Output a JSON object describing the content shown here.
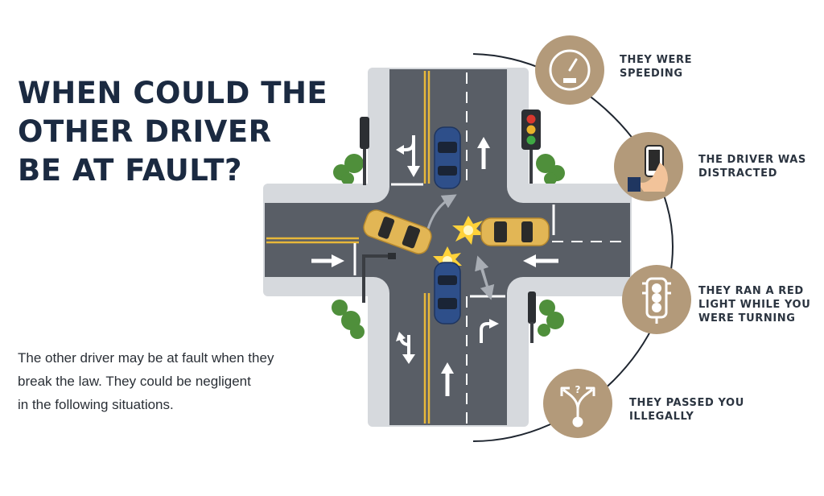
{
  "title_lines": [
    "WHEN COULD THE",
    "OTHER DRIVER",
    "BE AT FAULT?"
  ],
  "intro_lines": [
    "The other driver may be at fault when they",
    "break the law. They could be negligent",
    "in the following situations."
  ],
  "reasons": [
    {
      "icon": "speedometer-icon",
      "lines": [
        "THEY WERE",
        "SPEEDING"
      ]
    },
    {
      "icon": "phone-in-hand-icon",
      "lines": [
        "THE DRIVER WAS",
        "DISTRACTED"
      ]
    },
    {
      "icon": "traffic-light-icon",
      "lines": [
        "THEY RAN A RED",
        "LIGHT WHILE YOU",
        "WERE TURNING"
      ]
    },
    {
      "icon": "diverging-arrows-icon",
      "lines": [
        "THEY PASSED YOU",
        "ILLEGALLY"
      ]
    }
  ],
  "colors": {
    "title": "#1b2a41",
    "icon_circle": "#b39a7a",
    "road": "#595e66",
    "car_yellow": "#e2b655",
    "car_blue": "#2e4f8a"
  }
}
